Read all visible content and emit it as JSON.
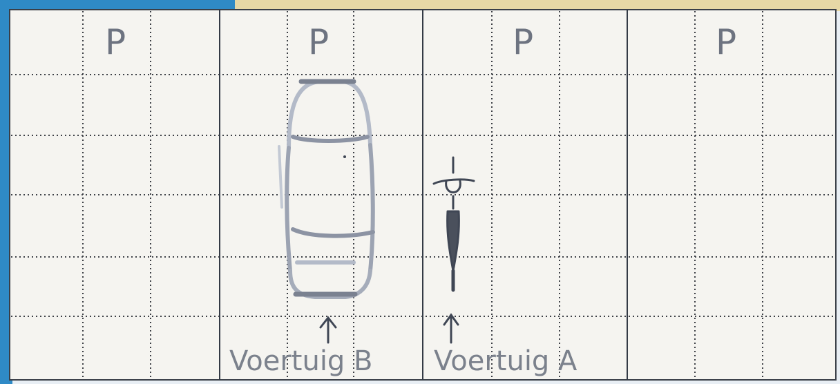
{
  "diagram": {
    "parking_labels": [
      "P",
      "P",
      "P",
      "P"
    ],
    "vehicle_labels": {
      "car": "Voertuig B",
      "bicycle": "Voertuig A"
    },
    "colors": {
      "paper": "#f5f4f0",
      "grid_dotted": "#3d4046",
      "bay_lines": "#333a45",
      "pencil_gray": "#8c93a3",
      "pencil_light": "#b3bac8",
      "ink": "#3f4654",
      "label_gray": "#6d7380",
      "border_left_blue": "#2f8ac6",
      "border_top_yellow": "#e7d8a6"
    },
    "icons": [
      "car-icon",
      "bicycle-icon",
      "arrow-up-icon"
    ]
  }
}
